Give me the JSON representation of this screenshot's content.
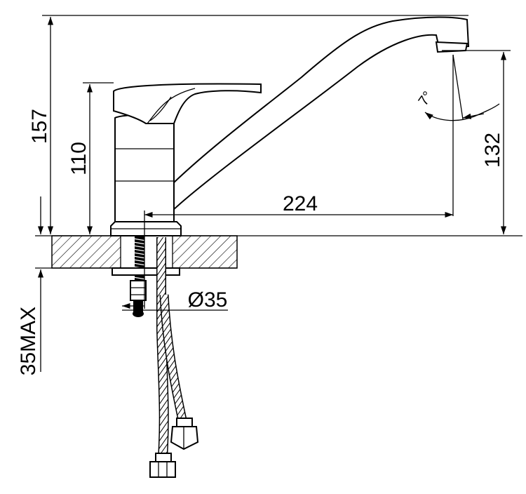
{
  "dimensions": {
    "total_height": "157",
    "lever_height": "110",
    "spout_height": "132",
    "spout_reach": "224",
    "hole_diameter": "Ø35",
    "max_thickness": "35MAX",
    "tilt_angle": "7°"
  },
  "colors": {
    "line": "#000000",
    "background": "#ffffff"
  }
}
